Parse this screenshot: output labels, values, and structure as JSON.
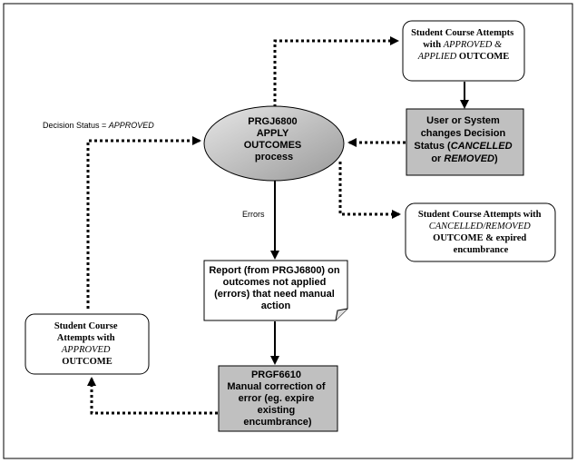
{
  "nodes": {
    "prgj6800": {
      "line1": "PRGJ6800",
      "line2": "APPLY",
      "line3": "OUTCOMES",
      "line4": "process"
    },
    "approved_applied": {
      "line1": "Student Course Attempts",
      "line2_prefix": "with ",
      "line2_italic": "APPROVED &",
      "line3_italic": "APPLIED",
      "line3_suffix": " OUTCOME"
    },
    "decision_change": {
      "line1": "User or System",
      "line2": "changes Decision",
      "line3_prefix": "Status (",
      "line3_italic": "CANCELLED",
      "line4_prefix": "or ",
      "line4_italic": "REMOVED",
      "line4_suffix": ")"
    },
    "cancelled_removed": {
      "line1": "Student Course Attempts with",
      "line2_italic": "CANCELLED/REMOVED",
      "line3": "OUTCOME & expired",
      "line4": "encumbrance"
    },
    "report": {
      "line1": "Report (from PRGJ6800) on",
      "line2": "outcomes not applied",
      "line3": "(errors) that need manual",
      "line4": "action"
    },
    "approved_outcome": {
      "line1": "Student Course",
      "line2": "Attempts with",
      "line3_italic": "APPROVED",
      "line4": "OUTCOME"
    },
    "prgf6610": {
      "line1": "PRGF6610",
      "line2": "Manual correction of",
      "line3": "error (eg. expire",
      "line4": "existing",
      "line5": "encumbrance)"
    }
  },
  "edge_labels": {
    "decision_status_prefix": "Decision Status = ",
    "decision_status_italic": "APPROVED",
    "errors": "Errors"
  },
  "colors": {
    "grey_fill": "#c0c0c0",
    "ellipse_fill": "#c0c0c0",
    "line": "#000000"
  }
}
